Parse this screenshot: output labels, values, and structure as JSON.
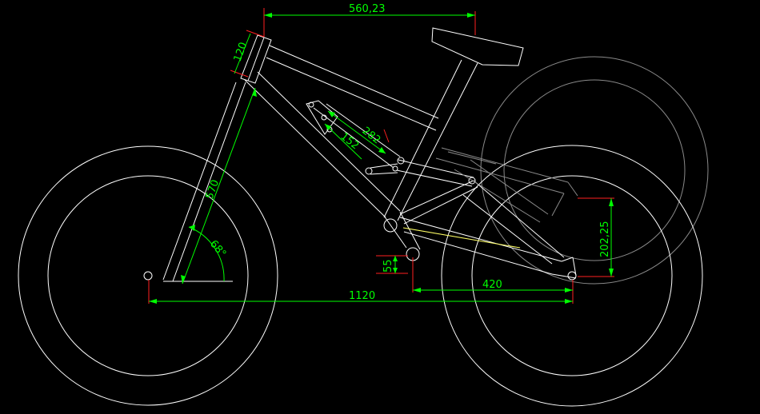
{
  "drawing": {
    "background": "#000000",
    "line_color": "#ffffff",
    "dimension_color": "#00ff00",
    "extension_color": "#ff2020",
    "ghost_color": "#8a8a8a"
  },
  "dimensions": {
    "top_length": "560,23",
    "head_tube_length": "120",
    "fork_length": "570",
    "head_angle": "68°",
    "link_long": "282",
    "link_short": "152",
    "wheelbase": "1120",
    "chainstay": "420",
    "bb_drop": "55",
    "rear_height": "202,25"
  }
}
